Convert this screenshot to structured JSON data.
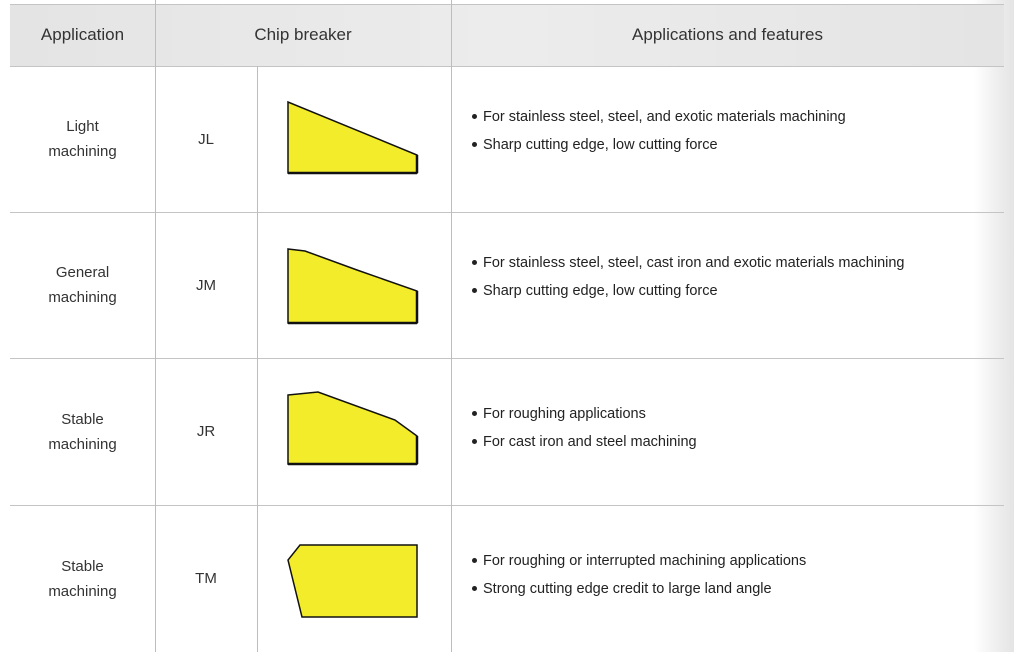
{
  "header": {
    "application": "Application",
    "chip_breaker": "Chip breaker",
    "features": "Applications and features"
  },
  "rows": [
    {
      "application_line1": "Light",
      "application_line2": "machining",
      "code": "JL",
      "features": [
        "For stainless steel, steel, and exotic materials machining",
        "Sharp cutting edge, low cutting force"
      ]
    },
    {
      "application_line1": "General",
      "application_line2": "machining",
      "code": "JM",
      "features": [
        "For stainless steel, steel, cast iron and exotic materials machining",
        "Sharp cutting edge, low cutting force"
      ]
    },
    {
      "application_line1": "Stable",
      "application_line2": "machining",
      "code": "JR",
      "features": [
        "For roughing applications",
        "For cast iron and steel machining"
      ]
    },
    {
      "application_line1": "Stable",
      "application_line2": "machining",
      "code": "TM",
      "features": [
        "For roughing or interrupted machining applications",
        "Strong cutting edge credit to large land angle"
      ]
    }
  ],
  "colors": {
    "shape_fill": "#f3ec2a",
    "shape_stroke": "#111111"
  },
  "icons": [
    "chip-breaker-profile-jl-icon",
    "chip-breaker-profile-jm-icon",
    "chip-breaker-profile-jr-icon",
    "chip-breaker-profile-tm-icon"
  ]
}
